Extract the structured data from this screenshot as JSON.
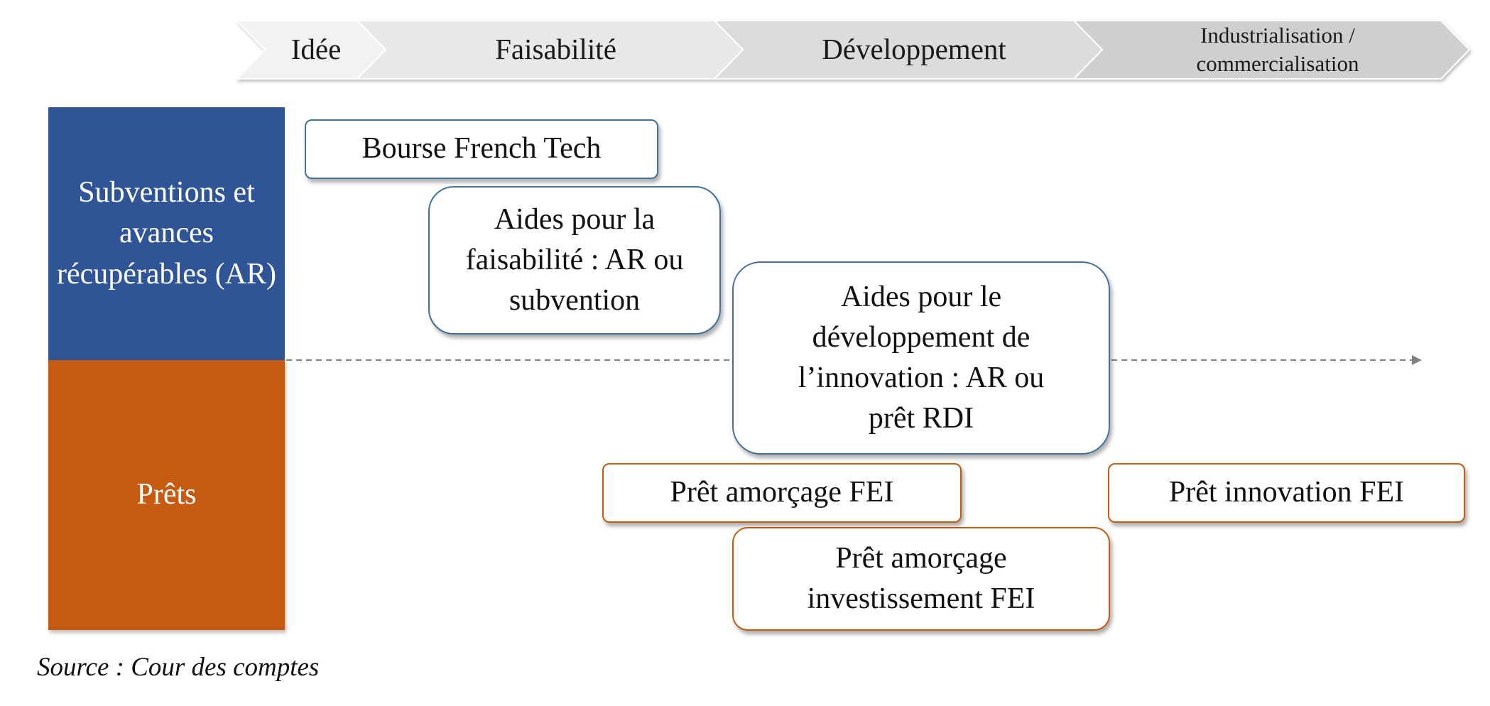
{
  "colors": {
    "phase_fills": [
      "#f2f2f2",
      "#e8e8e8",
      "#dcdcdc",
      "#cfcfcf"
    ],
    "grants_category": "#2f5597",
    "loans_category": "#c55a11",
    "grants_border": "#41719c",
    "loans_border": "#c55a11",
    "divider_line": "#808080"
  },
  "phases": [
    {
      "label": "Idée"
    },
    {
      "label": "Faisabilité"
    },
    {
      "label": "Développement"
    },
    {
      "label": "Industrialisation /\ncommercialisation"
    }
  ],
  "categories": {
    "grants": "Subventions et avances récupérables (AR)",
    "loans": "Prêts"
  },
  "instruments": {
    "bourse_french_tech": "Bourse French Tech",
    "aides_faisabilite": "Aides pour la faisabilité : AR ou subvention",
    "aides_developpement": "Aides pour le développement de l’innovation : AR ou prêt RDI",
    "pret_amorcage": "Prêt amorçage FEI",
    "pret_innovation": "Prêt innovation FEI",
    "pret_amorcage_investissement": "Prêt amorçage investissement FEI"
  },
  "source": "Source : Cour des comptes"
}
